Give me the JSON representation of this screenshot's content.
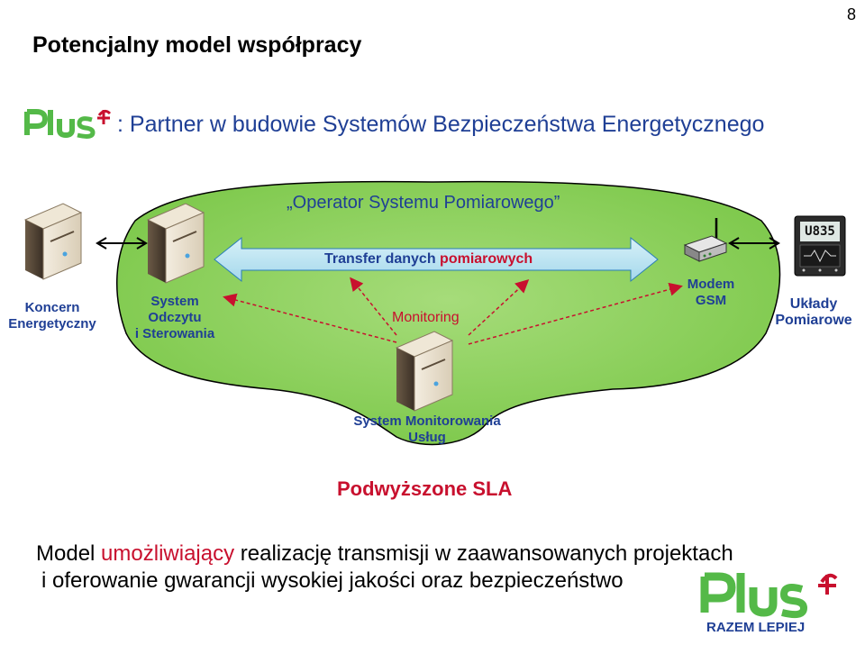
{
  "page_number": "8",
  "title": "Potencjalny model współpracy",
  "logo": {
    "text": "Plus",
    "tagline": "RAZEM LEPIEJ"
  },
  "subtitle": ": Partner w budowie Systemów Bezpieczeństwa Energetycznego",
  "diagram": {
    "operator_title": "„Operator  Systemu Pomiarowego”",
    "transfer": {
      "part1": "Transfer danych ",
      "part2": "pomiarowych"
    },
    "monitoring": "Monitoring",
    "nodes": {
      "koncern": [
        "Koncern",
        "Energetyczny"
      ],
      "system_odczytu": [
        "System",
        "Odczytu",
        "i Sterowania"
      ],
      "modem": [
        "Modem",
        "GSM"
      ],
      "uklady": [
        "Układy",
        "Pomiarowe"
      ],
      "system_monitorowania": [
        "System Monitorowania",
        "Usług"
      ]
    },
    "meter_display": "U835"
  },
  "sla": "Podwyższone SLA",
  "description": {
    "line1": {
      "part1": "Model ",
      "part2": "umożliwiający",
      "part3": " realizację transmisji w zaawansowanych projektach"
    },
    "line2": "i oferowanie gwarancji wysokiej jakości oraz bezpieczeństwo"
  },
  "colors": {
    "navy": "#1f3f95",
    "red": "#c8102e",
    "green": "#7cc84a",
    "logo_green": "#54b948"
  }
}
